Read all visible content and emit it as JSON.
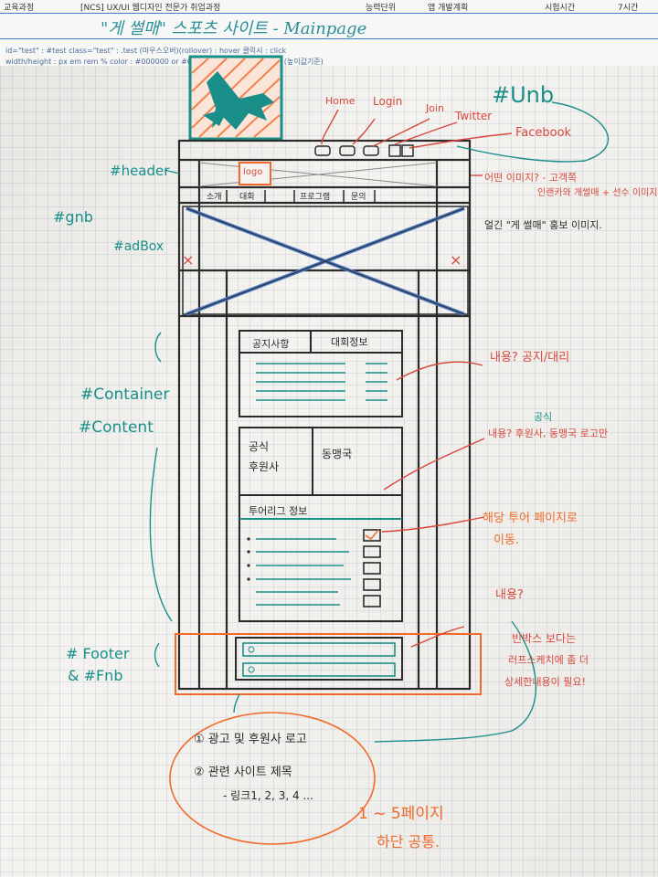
{
  "header": {
    "col_course": "교육과정",
    "course": "[NCS] UX/UI 웹디자인 전문가 취업과정",
    "col_unit": "능력단위",
    "unit": "앱 개발계획",
    "col_time": "시험시간",
    "time": "7시간",
    "title": "\"게 썰매\" 스포츠 사이트 - Mainpage",
    "css_hint_1": "id=\"test\" : #test    class=\"test\" : .test    (마우스오버)(rollover) : hover    클릭시 : click",
    "css_hint_2": "width/height : px  em  rem  %    color : #000000 or #000    font-size : px  em  rem (높이값기준)"
  },
  "labels_left": {
    "header": "#header",
    "gnb": "#gnb",
    "adbox": "#adBox",
    "container": "#Container",
    "content": "#Content",
    "footer": "# Footer",
    "fnb": "& #Fnb"
  },
  "labels_top": {
    "unb": "#Unb",
    "home": "Home",
    "login": "Login",
    "join": "Join",
    "twitter": "Twitter",
    "facebook": "Facebook"
  },
  "wireframe": {
    "logo": "logo",
    "gnb_items": [
      "소개",
      "대회",
      "프로그램",
      "문의"
    ],
    "notice_tab": "공지사항",
    "contest_tab": "대회정보",
    "sponsor": "공식\n후원사",
    "club": "동맹국",
    "tournament": "투어리그 정보"
  },
  "annotations": {
    "header_note_1": "어떤 이미지? - 고객쪽",
    "header_note_2": "인랜카와 개썰매 + 선수 이미지",
    "adbox_note": "얼긴 \"게 썰매\" 홍보 이미지.",
    "notice_note": "내용? 공지/대리",
    "sponsor_note_top": "공식",
    "sponsor_note": "내용? 후원사, 동맹국 로고만",
    "tour_note_1": "해당 투어 페이지로",
    "tour_note_2": "이동.",
    "footer_q": "내용?",
    "footer_side_1": "빈박스 보다는",
    "footer_side_2": "러프스케치에 좀 더",
    "footer_side_3": "상세한내용이 필요!",
    "footer_item_1": "① 광고 및 후원사 로고",
    "footer_item_2": "② 관련 사이트 제목",
    "footer_item_3": "- 링크1, 2, 3, 4 ...",
    "common_1": "1 ~ 5페이지",
    "common_2": "하단 공통."
  },
  "colors": {
    "teal": "#1a8f8a",
    "red": "#d8473c",
    "orange": "#f26a2a",
    "blue": "#4a78c2",
    "ink": "#2a2a2a"
  }
}
